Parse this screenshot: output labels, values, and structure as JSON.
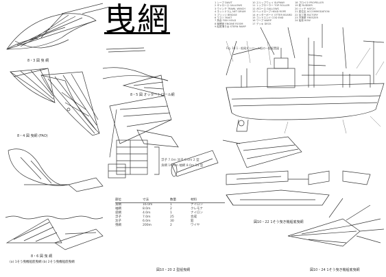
{
  "title": "曳網",
  "ship_figure": {
    "caption": "Fig. 10.1 - 船尾式トロール船の一般配置図"
  },
  "captions": {
    "fig_top_left": "8・3 図   曳 網",
    "fig_left_2": "8・4 図  曳網 (FAO)",
    "fig_left_4": "8・6 図  曳  網",
    "fig_left_4b": "(a) 1そう曳機船底曳網   (b) 2そう曳機船底曳網",
    "fig_mid_1": "8・5 図  オッタートロール網",
    "fig_mid_table": "図10・20  2 型船曳網",
    "fig_right_2": "図10・22  1そう曳き機船底曳網",
    "fig_right_3": "図10・24  1そう曳き機船底曳網"
  },
  "legend_ship": [
    "1 シーブ  DAVIT",
    "2 ギャロース  GALLOWS",
    "3 ウインチ  TRAWL WINCH",
    "4 ネットドラム  NET DRUM",
    "5 ブリッジ  BRIDGE",
    "6 マスト  MAST",
    "7 魚倉  FISH HOLD",
    "8 機関室  ENGINE ROOM",
    "9 船尾滑り台  STERN RAMP"
  ],
  "legend_ship_2": [
    "10 スリップウェイ  SLIPWAY",
    "11 トップローラー  TOP ROLLER",
    "12 ガロース  GALLOWS",
    "13 ヘッドロープ  HEAD ROPE",
    "14 オッターボード  OTTER BOARD",
    "15 コッドエンド  COD END",
    "16 ワープ  WARP",
    "17 デッキ  DECK"
  ],
  "legend_ship_3": [
    "18 プロペラ  PROPELLER",
    "19 舵  RUDDER",
    "20 ハッチ  HATCH",
    "21 居住区  ACCOMMODATION",
    "22 加工場  FACTORY",
    "23 冷凍庫  FREEZER",
    "24 船首  BOW"
  ],
  "spec_table": {
    "header": [
      "部位",
      "寸法",
      "数量",
      "材料"
    ],
    "rows": [
      [
        "身網",
        "16.0m",
        "1",
        "ナイロン"
      ],
      [
        "袖網",
        "8.0m",
        "2",
        "クレモナ"
      ],
      [
        "袋網",
        "4.0m",
        "1",
        "ナイロン"
      ],
      [
        "浮子",
        "7.0m",
        "25",
        "合成"
      ],
      [
        "沈子",
        "6.0m",
        "30",
        "鉛"
      ],
      [
        "曳綱",
        "200m",
        "2",
        "ワイヤ"
      ]
    ]
  },
  "spec_notes": [
    "浮子 7.0m   沈子 6.0m   2 型",
    "身網 16.0m   袖網 8.0m   14 型"
  ]
}
